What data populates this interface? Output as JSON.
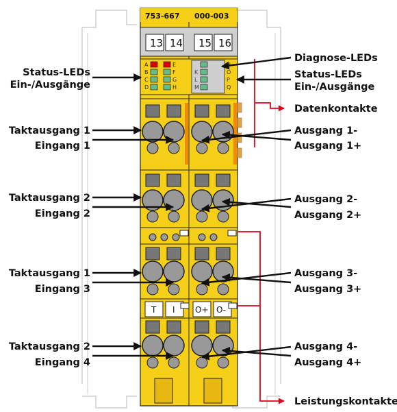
{
  "module": {
    "left_code": "753-667",
    "right_code": "000-003",
    "terminals": [
      "13",
      "14",
      "15",
      "16"
    ],
    "led_letters_left": [
      "A",
      "B",
      "C",
      "D"
    ],
    "led_letters_mid": [
      "E",
      "F",
      "G",
      "H"
    ],
    "led_letters_right_a": [
      "K",
      "L",
      "M"
    ],
    "led_letters_right_b": [
      "N",
      "O",
      "P",
      "Q"
    ],
    "plates": [
      "T",
      "I",
      "O+",
      "O-"
    ]
  },
  "labels_left": {
    "status_leds_1": "Status-LEDs",
    "status_leds_2": "Ein-/Ausgänge",
    "takt1a": "Taktausgang 1",
    "eing1": "Eingang 1",
    "takt2a": "Taktausgang 2",
    "eing2": "Eingang 2",
    "takt1b": "Taktausgang 1",
    "eing3": "Eingang 3",
    "takt2b": "Taktausgang 2",
    "eing4": "Eingang 4"
  },
  "labels_right": {
    "diag": "Diagnose-LEDs",
    "status_leds_1": "Status-LEDs",
    "status_leds_2": "Ein-/Ausgänge",
    "daten": "Datenkontakte",
    "a1m": "Ausgang 1-",
    "a1p": "Ausgang 1+",
    "a2m": "Ausgang 2-",
    "a2p": "Ausgang 2+",
    "a3m": "Ausgang 3-",
    "a3p": "Ausgang 3+",
    "a4m": "Ausgang 4-",
    "a4p": "Ausgang 4+",
    "leistung": "Leistungskontakte"
  }
}
